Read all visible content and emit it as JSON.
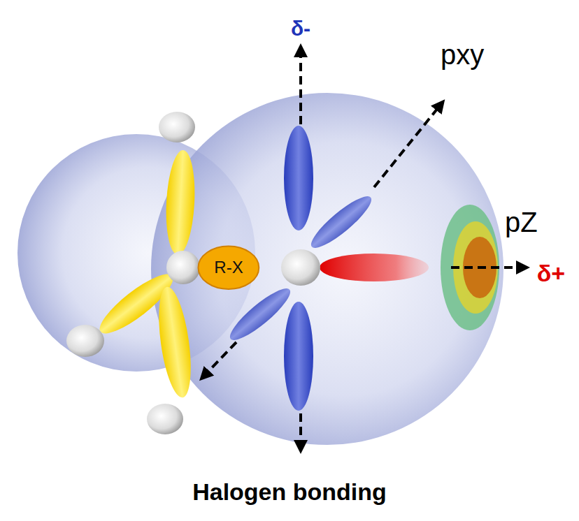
{
  "diagram": {
    "caption": "Halogen bonding",
    "nodes": [
      {
        "text": [
          "R-X"
        ]
      }
    ],
    "labels": [
      "δ-",
      "pxy",
      "pZ",
      "δ+"
    ]
  }
}
